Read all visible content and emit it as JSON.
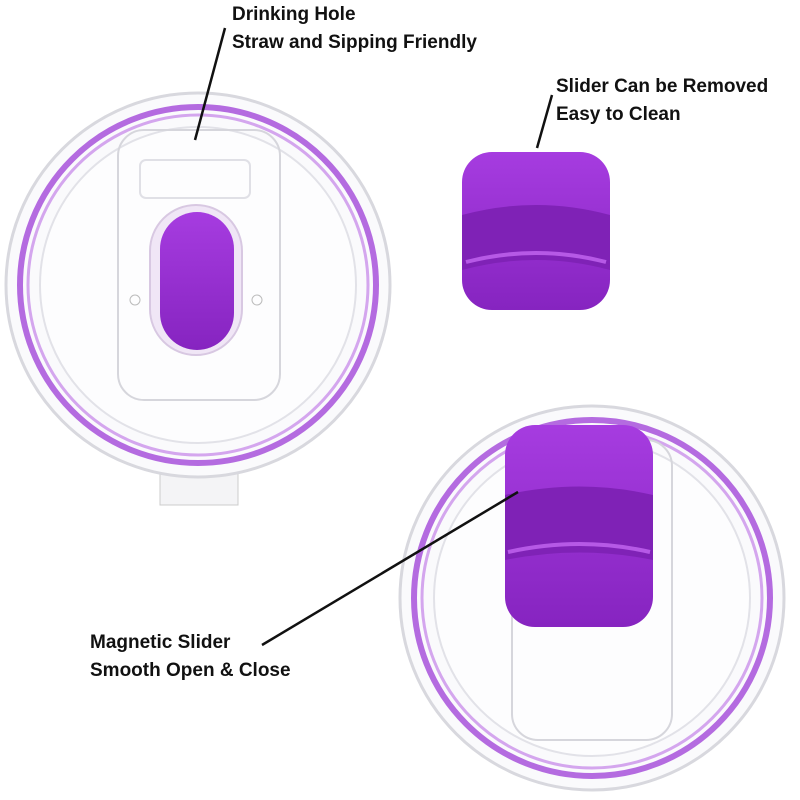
{
  "callouts": {
    "drinking_hole": {
      "line1": "Drinking Hole",
      "line2": "Straw and Sipping Friendly"
    },
    "slider_removed": {
      "line1": "Slider Can be Removed",
      "line2": "Easy to Clean"
    },
    "magnetic_slider": {
      "line1": "Magnetic Slider",
      "line2": "Smooth Open & Close"
    }
  },
  "colors": {
    "purple": "#9a2fd0",
    "purple_dark": "#7a1fae",
    "rim": "#b46be0"
  }
}
